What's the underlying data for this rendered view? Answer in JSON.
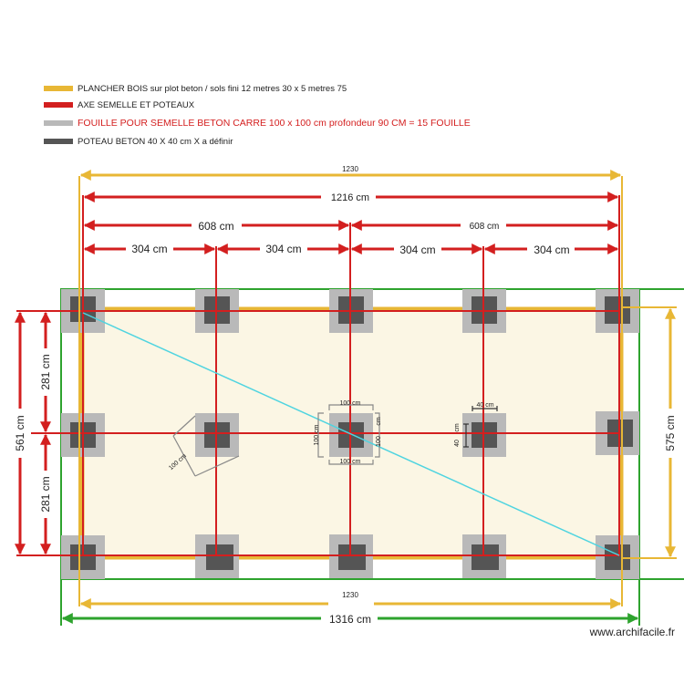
{
  "colors": {
    "floor": "#e8b735",
    "axis": "#d31f1f",
    "footing": "#b9b9b9",
    "post": "#555555",
    "outline": "#2ea32e",
    "diag": "#4fd4e0",
    "floorFill": "#fbf6e4"
  },
  "legend": [
    {
      "color": "#e8b735",
      "text": "PLANCHER BOIS   sur plot beton   / sols fini 12 metres 30  x 5 metres 75"
    },
    {
      "color": "#d31f1f",
      "text": "AXE    SEMELLE  ET POTEAUX"
    },
    {
      "color": "#b9b9b9",
      "text": "FOUILLE POUR SEMELLE BETON CARRE   100 x 100 cm   profondeur   90 CM  = 15 FOUILLE"
    },
    {
      "color": "#555555",
      "text": "POTEAU BETON  40 X 40 cm X  a définir"
    }
  ],
  "dimensions": {
    "top_total": "1230",
    "axis_total": "1216 cm",
    "half_left": "608 cm",
    "half_right": "608 cm",
    "quarters": [
      "304 cm",
      "304 cm",
      "304 cm",
      "304 cm"
    ],
    "left_total": "561 cm",
    "left_top": "281 cm",
    "left_bottom": "281 cm",
    "right_total": "575 cm",
    "bottom_floor": "1230",
    "bottom_outline": "1316 cm"
  },
  "details": {
    "footing_w": "100   cm",
    "footing_h": "100 cm",
    "footing_w2": "100   cm",
    "footing_h2": "100",
    "post_w": "40  cm",
    "post_h": "40",
    "post_h_unit": "cm",
    "diag": "100   cm"
  },
  "credit": "www.archifacile.fr"
}
